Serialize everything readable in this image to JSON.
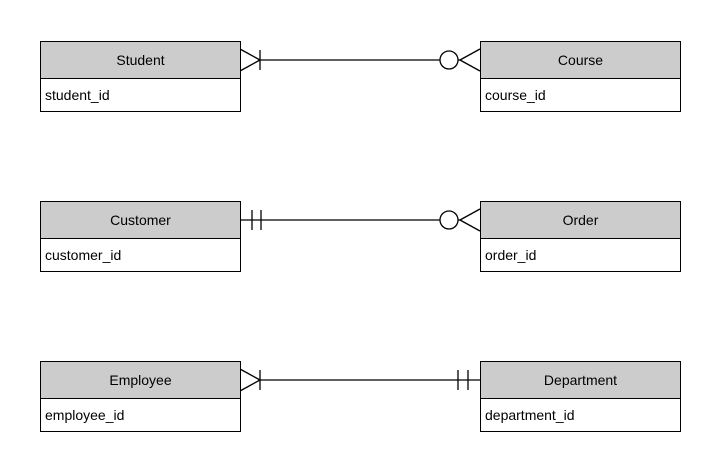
{
  "diagram": {
    "type": "entity-relationship",
    "notation": "crow's foot",
    "background_color": "#ffffff",
    "entity_header_fill": "#cccccc",
    "entity_body_fill": "#ffffff",
    "border_color": "#000000",
    "entities": [
      {
        "name": "Student",
        "attributes": [
          "student_id"
        ]
      },
      {
        "name": "Course",
        "attributes": [
          "course_id"
        ]
      },
      {
        "name": "Customer",
        "attributes": [
          "customer_id"
        ]
      },
      {
        "name": "Order",
        "attributes": [
          "order_id"
        ]
      },
      {
        "name": "Employee",
        "attributes": [
          "employee_id"
        ]
      },
      {
        "name": "Department",
        "attributes": [
          "department_id"
        ]
      }
    ],
    "relationships": [
      {
        "from_entity": "Student",
        "to_entity": "Course",
        "from_cardinality": "one-or-many (crow's foot with bar)",
        "to_cardinality": "zero-or-many (circle with crow's foot)"
      },
      {
        "from_entity": "Customer",
        "to_entity": "Order",
        "from_cardinality": "exactly-one (double bar)",
        "to_cardinality": "zero-or-many (circle with crow's foot)"
      },
      {
        "from_entity": "Employee",
        "to_entity": "Department",
        "from_cardinality": "one-or-many (crow's foot with bar)",
        "to_cardinality": "exactly-one (double bar)"
      }
    ]
  }
}
